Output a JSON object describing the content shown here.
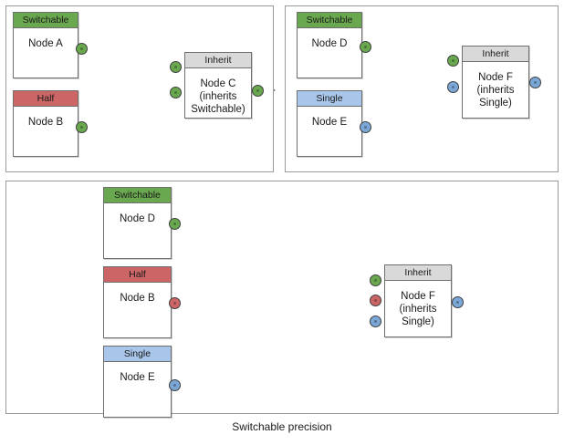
{
  "diagram": {
    "caption": "Switchable precision",
    "colors": {
      "switchable": "#6aa84f",
      "half": "#cc6666",
      "single": "#a8c6ea",
      "inherit": "#d9d9d9",
      "port_green": "#6aa84f",
      "port_red": "#cc6666",
      "port_blue": "#7ba7d7",
      "panel_border": "#9a9a9a",
      "node_border": "#6f6f6f",
      "edge": "#3d3d3d",
      "background": "#ffffff"
    },
    "panels": [
      {
        "id": "panel-top-left",
        "nodes": [
          {
            "id": "node-a",
            "header": "Switchable",
            "header_type": "switchable",
            "body": "Node A"
          },
          {
            "id": "node-b",
            "header": "Half",
            "header_type": "half",
            "body": "Node B"
          },
          {
            "id": "node-c",
            "header": "Inherit",
            "header_type": "inherit",
            "body": "Node C\n(inherits\nSwitchable)"
          }
        ],
        "ports": [
          {
            "id": "node-a-out",
            "node": "node-a",
            "kind": "output",
            "color": "green"
          },
          {
            "id": "node-b-out",
            "node": "node-b",
            "kind": "output",
            "color": "green"
          },
          {
            "id": "node-c-in-1",
            "node": "node-c",
            "kind": "input",
            "color": "green"
          },
          {
            "id": "node-c-in-2",
            "node": "node-c",
            "kind": "input",
            "color": "green"
          },
          {
            "id": "node-c-out",
            "node": "node-c",
            "kind": "output",
            "color": "green"
          }
        ],
        "edges": [
          {
            "from": "node-a-out",
            "to": "node-c-in-1"
          },
          {
            "from": "node-b-out",
            "to": "node-c-in-2"
          },
          {
            "from": "node-c-out",
            "to": "open-arrow"
          }
        ]
      },
      {
        "id": "panel-top-right",
        "nodes": [
          {
            "id": "node-d-tr",
            "header": "Switchable",
            "header_type": "switchable",
            "body": "Node D"
          },
          {
            "id": "node-e-tr",
            "header": "Single",
            "header_type": "single",
            "body": "Node E"
          },
          {
            "id": "node-f-tr",
            "header": "Inherit",
            "header_type": "inherit",
            "body": "Node F\n(inherits\nSingle)"
          }
        ],
        "ports": [
          {
            "id": "node-d-tr-out",
            "node": "node-d-tr",
            "kind": "output",
            "color": "green"
          },
          {
            "id": "node-e-tr-out",
            "node": "node-e-tr",
            "kind": "output",
            "color": "blue"
          },
          {
            "id": "node-f-tr-in-1",
            "node": "node-f-tr",
            "kind": "input",
            "color": "green"
          },
          {
            "id": "node-f-tr-in-2",
            "node": "node-f-tr",
            "kind": "input",
            "color": "blue"
          },
          {
            "id": "node-f-tr-out",
            "node": "node-f-tr",
            "kind": "output",
            "color": "blue"
          }
        ],
        "edges": [
          {
            "from": "node-d-tr-out",
            "to": "node-f-tr-in-1"
          },
          {
            "from": "node-e-tr-out",
            "to": "node-f-tr-in-2"
          },
          {
            "from": "node-f-tr-out",
            "to": "open-arrow"
          }
        ]
      },
      {
        "id": "panel-bottom",
        "nodes": [
          {
            "id": "node-d-b",
            "header": "Switchable",
            "header_type": "switchable",
            "body": "Node D"
          },
          {
            "id": "node-b-b",
            "header": "Half",
            "header_type": "half",
            "body": "Node B"
          },
          {
            "id": "node-e-b",
            "header": "Single",
            "header_type": "single",
            "body": "Node E"
          },
          {
            "id": "node-f-b",
            "header": "Inherit",
            "header_type": "inherit",
            "body": "Node F\n(inherits\nSingle)"
          }
        ],
        "ports": [
          {
            "id": "node-d-b-out",
            "node": "node-d-b",
            "kind": "output",
            "color": "green"
          },
          {
            "id": "node-b-b-out",
            "node": "node-b-b",
            "kind": "output",
            "color": "red"
          },
          {
            "id": "node-e-b-out",
            "node": "node-e-b",
            "kind": "output",
            "color": "blue"
          },
          {
            "id": "node-f-b-in-1",
            "node": "node-f-b",
            "kind": "input",
            "color": "green"
          },
          {
            "id": "node-f-b-in-2",
            "node": "node-f-b",
            "kind": "input",
            "color": "red"
          },
          {
            "id": "node-f-b-in-3",
            "node": "node-f-b",
            "kind": "input",
            "color": "blue"
          },
          {
            "id": "node-f-b-out",
            "node": "node-f-b",
            "kind": "output",
            "color": "blue"
          }
        ],
        "edges": [
          {
            "from": "node-d-b-out",
            "to": "node-f-b-in-1"
          },
          {
            "from": "node-b-b-out",
            "to": "node-f-b-in-2"
          },
          {
            "from": "node-e-b-out",
            "to": "node-f-b-in-3"
          }
        ]
      }
    ]
  }
}
